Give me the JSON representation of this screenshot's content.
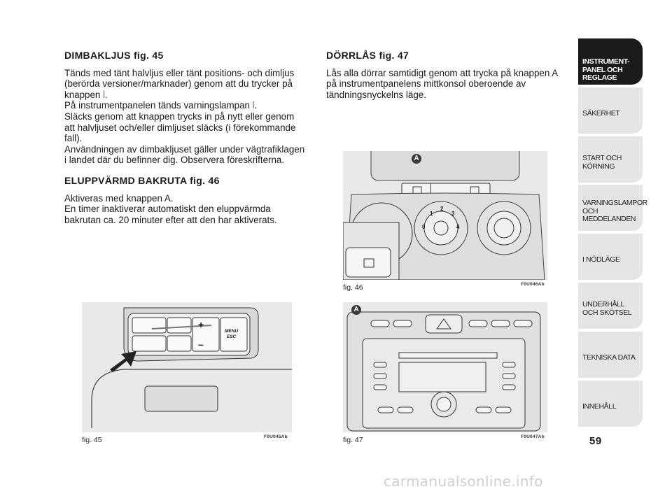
{
  "left": {
    "fog_heading": "DIMBAKLJUS fig. 45",
    "fog_lines": [
      "Tänds med tänt halvljus eller tänt positions- och dimljus",
      "(berörda versioner/marknader) genom att du trycker på",
      "knappen ⦚.",
      "På instrumentpanelen tänds varningslampan ⦚.",
      "Släcks genom att knappen trycks in på nytt eller genom",
      "att halvljuset och/eller dimljuset släcks (i förekommande",
      "fall).",
      "Användningen av dimbakljuset gäller under vägtrafiklagen",
      "i landet där du befinner dig. Observera föreskrifterna."
    ],
    "rear_heading": "ELUPPVÄRMD BAKRUTA fig. 46",
    "rear_lines": [
      "Aktiveras med knappen A.",
      "En timer inaktiverar automatiskt den eluppvärmda",
      "bakrutan ca. 20 minuter efter att den har aktiverats."
    ]
  },
  "right": {
    "door_heading": "DÖRRLÅS fig. 47",
    "door_lines": [
      "Lås alla dörrar samtidigt genom att trycka på knappen A",
      "på instrumentpanelens mittkonsol oberoende av",
      "tändningsnyckelns läge."
    ]
  },
  "figures": {
    "fig45": {
      "caption": "fig. 45",
      "code": "F0U045Ab",
      "menu_label": "MENU",
      "esc_label": "ESC",
      "plus": "+",
      "minus": "–"
    },
    "fig46": {
      "caption": "fig. 46",
      "code": "F0U046Ab",
      "marker": "A",
      "dial_1": "1",
      "dial_2": "2",
      "dial_3": "3",
      "dial_4": "4",
      "dial_0": "0"
    },
    "fig47": {
      "caption": "fig. 47",
      "code": "F0U047Ab",
      "marker": "A"
    }
  },
  "tabs": [
    {
      "label": "INSTRUMENT-\nPANEL OCH\nREGLAGE",
      "active": true
    },
    {
      "label": "SÄKERHET",
      "active": false
    },
    {
      "label": "START OCH\nKÖRNING",
      "active": false
    },
    {
      "label": "VARNINGSLAMPOR\nOCH\nMEDDELANDEN",
      "active": false
    },
    {
      "label": "I NÖDLÄGE",
      "active": false
    },
    {
      "label": "UNDERHÅLL\nOCH SKÖTSEL",
      "active": false
    },
    {
      "label": "TEKNISKA DATA",
      "active": false
    },
    {
      "label": "INNEHÅLL",
      "active": false
    }
  ],
  "page_number": "59",
  "watermark": "carmanualsonline.info",
  "colors": {
    "tab_active": "#1a1a1a",
    "tab_inactive": "#e5e5e5",
    "figure_bg": "#e9e9e9",
    "marker": "#3a3a3a"
  }
}
